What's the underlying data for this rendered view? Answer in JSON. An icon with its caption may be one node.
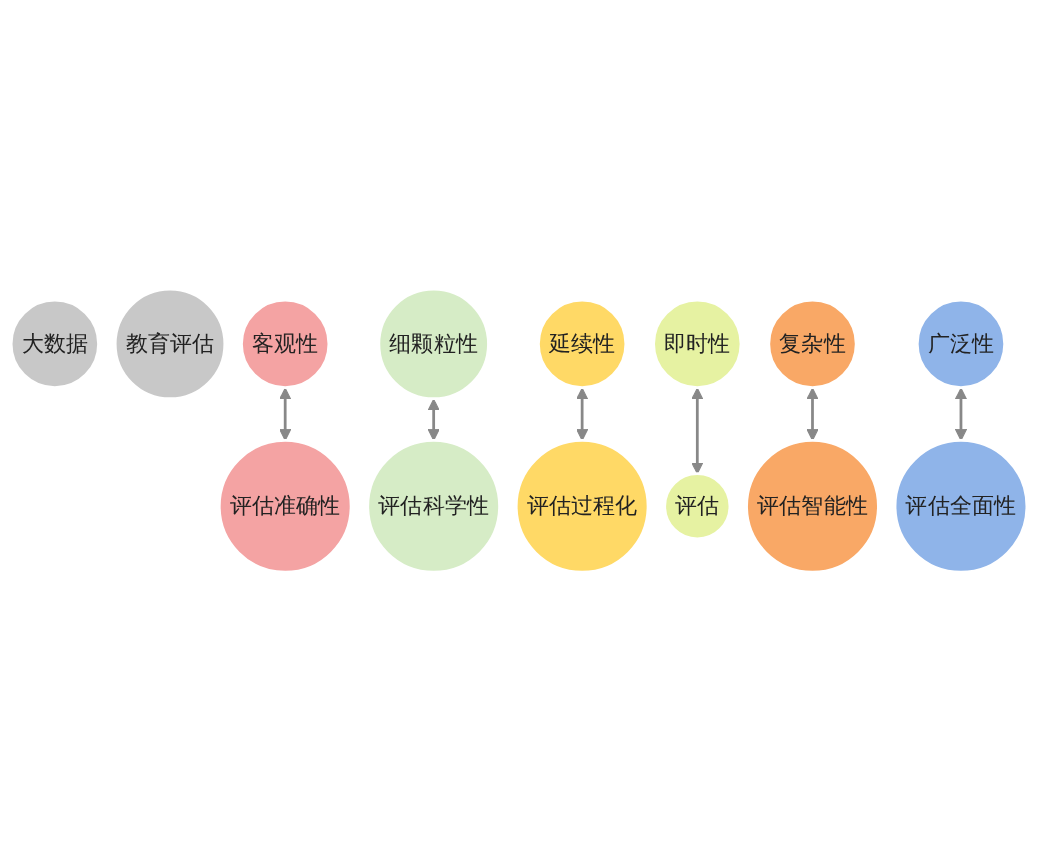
{
  "diagram": {
    "nodes": [
      {
        "text": [
          "大数据"
        ]
      },
      {
        "text": [
          "教育评估"
        ]
      },
      {
        "text": [
          "客观性"
        ]
      },
      {
        "text": [
          "细颗粒性"
        ]
      },
      {
        "text": [
          "延续性"
        ]
      },
      {
        "text": [
          "即时性"
        ]
      },
      {
        "text": [
          "复杂性"
        ]
      },
      {
        "text": [
          "广泛性"
        ]
      },
      {
        "text": [
          "评估准确性"
        ]
      },
      {
        "text": [
          "评估科学性"
        ]
      },
      {
        "text": [
          "评估过程化"
        ]
      },
      {
        "text": [
          "评估"
        ]
      },
      {
        "text": [
          "评估智能性"
        ]
      },
      {
        "text": [
          "评估全面性"
        ]
      }
    ],
    "edges": [
      {
        "from": 2,
        "to": 8,
        "arrow": "both"
      },
      {
        "from": 3,
        "to": 9,
        "arrow": "both"
      },
      {
        "from": 4,
        "to": 10,
        "arrow": "both"
      },
      {
        "from": 5,
        "to": 11,
        "arrow": "both"
      },
      {
        "from": 6,
        "to": 12,
        "arrow": "both"
      },
      {
        "from": 7,
        "to": 13,
        "arrow": "both"
      }
    ]
  }
}
